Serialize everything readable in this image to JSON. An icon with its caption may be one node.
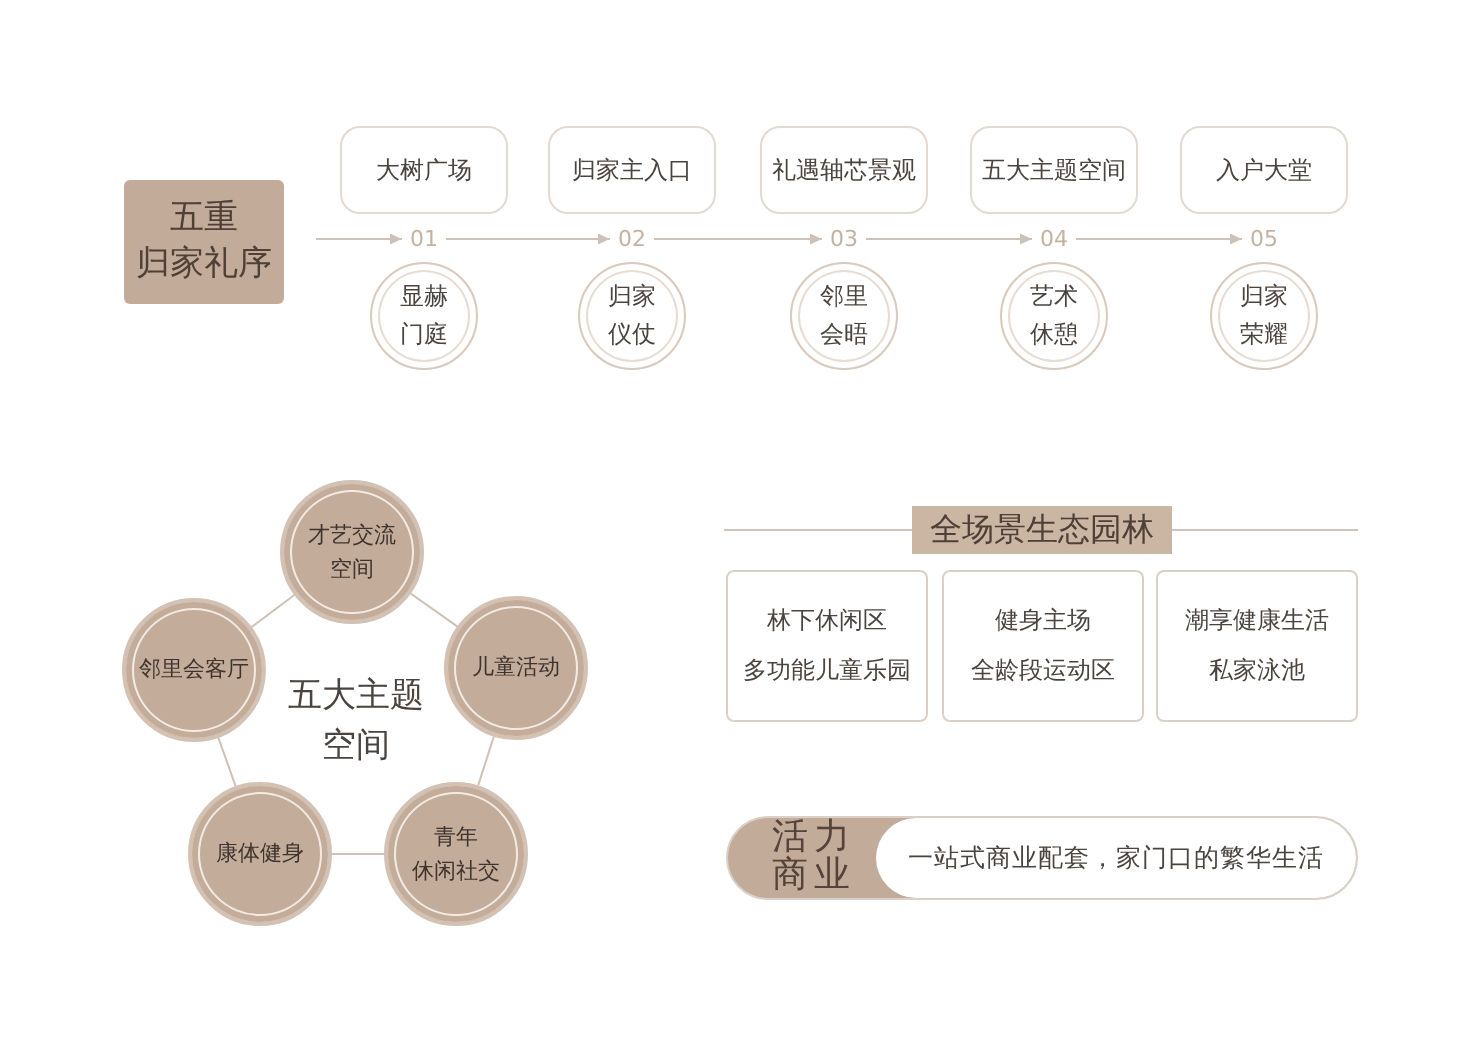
{
  "diagram": {
    "nodes": [
      {
        "text": [
          "五重归家礼序"
        ]
      },
      {
        "text": [
          "大树广场"
        ]
      },
      {
        "text": [
          "归家主入口"
        ]
      },
      {
        "text": [
          "礼遇轴芯景观"
        ]
      },
      {
        "text": [
          "五大主题空间"
        ]
      },
      {
        "text": [
          "入户大堂"
        ]
      },
      {
        "text": [
          "01"
        ]
      },
      {
        "text": [
          "02"
        ]
      },
      {
        "text": [
          "03"
        ]
      },
      {
        "text": [
          "04"
        ]
      },
      {
        "text": [
          "05"
        ]
      },
      {
        "text": [
          "显赫门庭"
        ]
      },
      {
        "text": [
          "归家仪仗"
        ]
      },
      {
        "text": [
          "邻里会晤"
        ]
      },
      {
        "text": [
          "艺术休憩"
        ]
      },
      {
        "text": [
          "归家荣耀"
        ]
      },
      {
        "text": [
          "才艺交流空间"
        ]
      },
      {
        "text": [
          "邻里会客厅"
        ]
      },
      {
        "text": [
          "儿童活动"
        ]
      },
      {
        "text": [
          "康体健身"
        ]
      },
      {
        "text": [
          "青年休闲社交"
        ]
      },
      {
        "text": [
          "全场景生态园林"
        ]
      },
      {
        "text": [
          "林下休闲区",
          "多功能儿童乐园"
        ]
      },
      {
        "text": [
          "健身主场",
          "全龄段运动区"
        ]
      },
      {
        "text": [
          "潮享健康生活",
          "私家泳池"
        ]
      },
      {
        "text": [
          "活力商业"
        ]
      },
      {
        "text": [
          "一站式商业配套，家门口的繁华生活"
        ],
        "in": 25
      }
    ],
    "edges": [
      {
        "from": null,
        "to": 6,
        "arrow": "to"
      },
      {
        "from": 6,
        "to": 7,
        "arrow": "to"
      },
      {
        "from": 7,
        "to": 8,
        "arrow": "to"
      },
      {
        "from": 8,
        "to": 9,
        "arrow": "to"
      },
      {
        "from": 9,
        "to": 10,
        "arrow": "to"
      },
      {
        "from": 16,
        "to": 18,
        "arrow": "none"
      },
      {
        "from": 18,
        "to": 20,
        "arrow": "none"
      },
      {
        "from": 20,
        "to": 19,
        "arrow": "none"
      },
      {
        "from": 19,
        "to": 17,
        "arrow": "none"
      },
      {
        "from": 17,
        "to": 16,
        "arrow": "none"
      }
    ],
    "labels": [
      "五大主题空间"
    ]
  }
}
